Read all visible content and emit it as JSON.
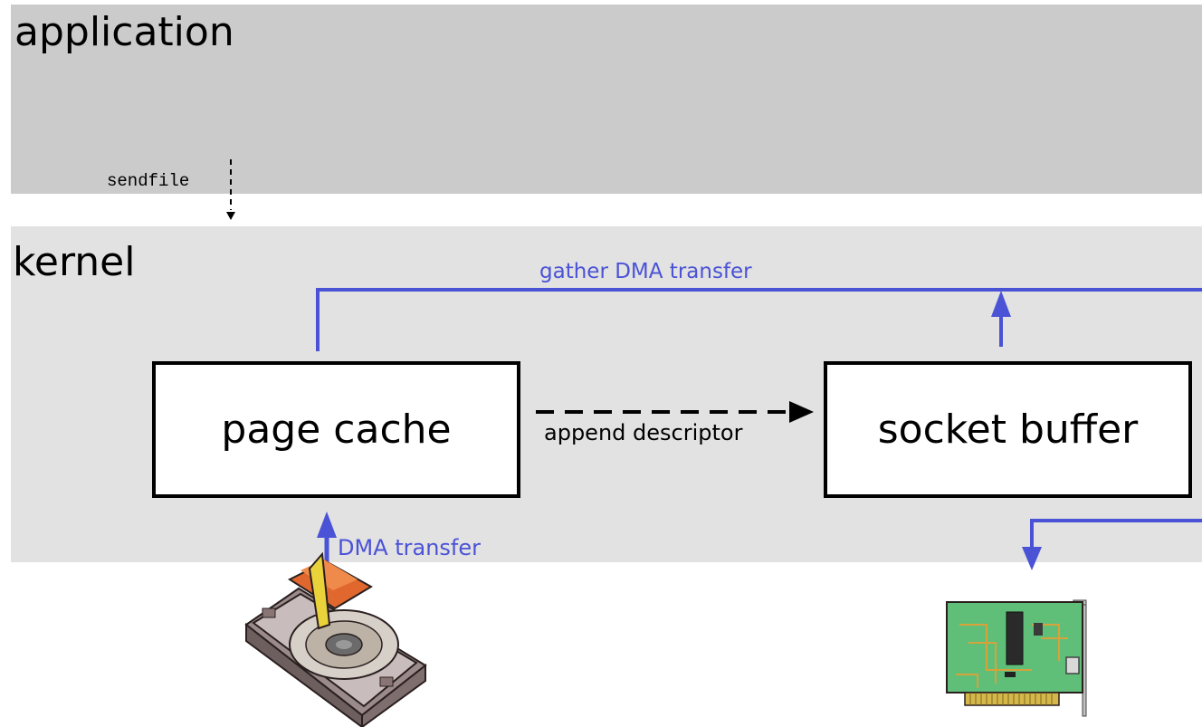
{
  "regions": {
    "application": "application",
    "kernel": "kernel"
  },
  "boxes": {
    "page_cache": "page cache",
    "socket_buffer": "socket buffer"
  },
  "labels": {
    "sendfile": "sendfile",
    "gather_dma_transfer": "gather DMA transfer",
    "append_descriptor": "append descriptor",
    "dma_transfer": "DMA transfer"
  },
  "colors": {
    "application_region": "#cbcbcb",
    "kernel_region": "#e2e2e2",
    "dma_arrow": "#4a52d6",
    "box_border": "#000000"
  },
  "icons": {
    "disk": "hard-disk-icon",
    "nic": "network-card-icon"
  }
}
